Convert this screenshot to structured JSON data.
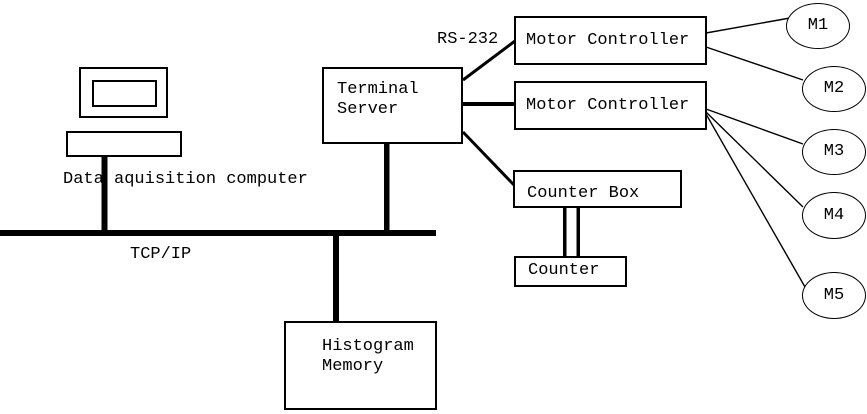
{
  "diagram": {
    "colors": {
      "ink": "#000000",
      "background": "#ffffff"
    },
    "labels": {
      "computer_caption": "Data aquisition computer",
      "network_bus": "TCP/IP",
      "serial_link": "RS-232"
    },
    "nodes": {
      "terminal_server": {
        "line1": "Terminal",
        "line2": "Server"
      },
      "motor_controller_top": {
        "label": "Motor Controller"
      },
      "motor_controller_bottom": {
        "label": "Motor Controller"
      },
      "counter_box": {
        "label": "Counter Box"
      },
      "counter": {
        "label": "Counter"
      },
      "histogram_memory": {
        "line1": "Histogram",
        "line2": "Memory"
      }
    },
    "motors": [
      "M1",
      "M2",
      "M3",
      "M4",
      "M5"
    ]
  }
}
